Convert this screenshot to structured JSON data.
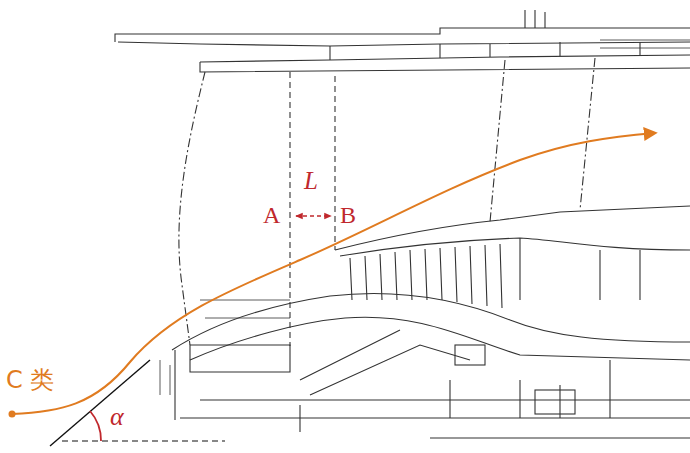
{
  "diagram": {
    "labels": [
      "L",
      "A",
      "B",
      "C 类",
      "α"
    ]
  }
}
